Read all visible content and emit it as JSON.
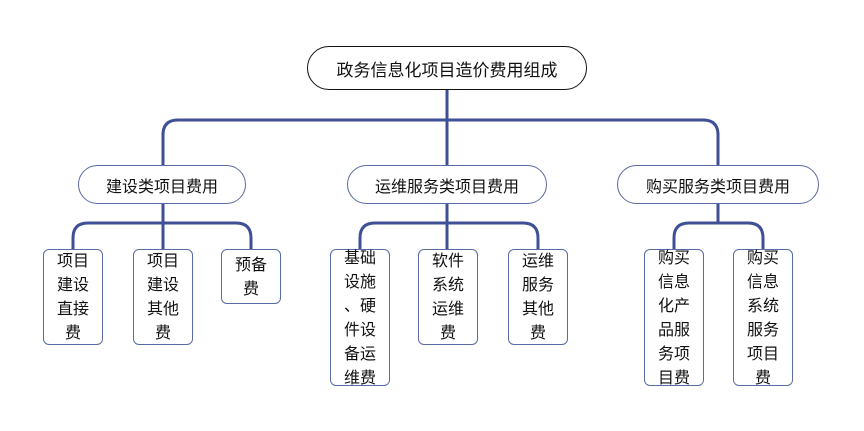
{
  "diagram": {
    "root": {
      "label": "政务信息化项目造价费用组成"
    },
    "categories": [
      {
        "label": "建设类项目费用",
        "items": [
          {
            "lines": [
              "项目",
              "建设",
              "直接",
              "费"
            ]
          },
          {
            "lines": [
              "项目",
              "建设",
              "其他",
              "费"
            ]
          },
          {
            "lines": [
              "预备",
              "费"
            ]
          }
        ]
      },
      {
        "label": "运维服务类项目费用",
        "items": [
          {
            "lines": [
              "基础",
              "设施",
              "、硬",
              "件设",
              "备运",
              "维费"
            ]
          },
          {
            "lines": [
              "软件",
              "系统",
              "运维",
              "费"
            ]
          },
          {
            "lines": [
              "运维",
              "服务",
              "其他",
              "费"
            ]
          }
        ]
      },
      {
        "label": "购买服务类项目费用",
        "items": [
          {
            "lines": [
              "购买",
              "信息",
              "化产",
              "品服",
              "务项",
              "目费"
            ]
          },
          {
            "lines": [
              "购买",
              "信息",
              "系统",
              "服务",
              "项目",
              "费"
            ]
          }
        ]
      }
    ]
  }
}
